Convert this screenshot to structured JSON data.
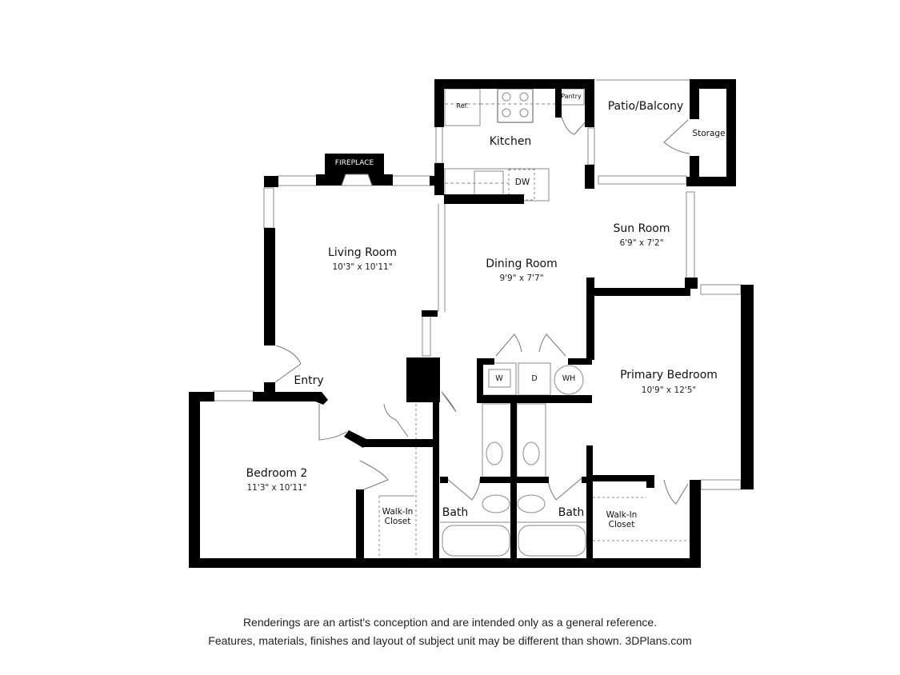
{
  "plan": {
    "rooms": {
      "kitchen": {
        "name": "Kitchen"
      },
      "patio": {
        "name": "Patio/Balcony"
      },
      "storage": {
        "name": "Storage"
      },
      "living": {
        "name": "Living Room",
        "dims": "10'3\" x 10'11\""
      },
      "dining": {
        "name": "Dining Room",
        "dims": "9'9\" x 7'7\""
      },
      "sun": {
        "name": "Sun Room",
        "dims": "6'9\" x 7'2\""
      },
      "primary": {
        "name": "Primary Bedroom",
        "dims": "10'9\" x 12'5\""
      },
      "entry": {
        "name": "Entry"
      },
      "bedroom2": {
        "name": "Bedroom 2",
        "dims": "11'3\" x 10'11\""
      },
      "closet_left": {
        "line1": "Walk-In",
        "line2": "Closet"
      },
      "closet_right": {
        "line1": "Walk-In",
        "line2": "Closet"
      },
      "bath_left": {
        "name": "Bath"
      },
      "bath_right": {
        "name": "Bath"
      }
    },
    "fixtures": {
      "ref": "Ref.",
      "pantry": "Pantry",
      "dishwasher": "DW",
      "fireplace": "FIREPLACE",
      "washer": "W",
      "dryer": "D",
      "water_heater": "WH"
    }
  },
  "disclaimer": {
    "line1": "Renderings are an artist's conception and are intended only as a general reference.",
    "line2": "Features, materials, finishes and layout of subject unit may be different than shown. 3DPlans.com"
  },
  "colors": {
    "wall": "#000000",
    "thin": "#9a9a9a",
    "background": "#ffffff"
  }
}
